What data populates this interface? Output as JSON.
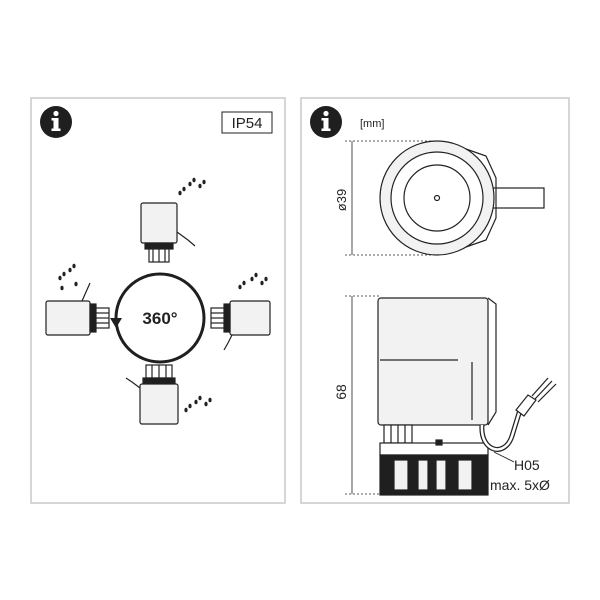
{
  "left_panel": {
    "rating_label": "IP54",
    "rotation_label": "360°",
    "info_icon": "info-icon"
  },
  "right_panel": {
    "unit_label": "[mm]",
    "diameter_label": "ø39",
    "height_label": "68",
    "cable_type_label": "H05",
    "cable_spec_label": "max. 5xØ",
    "info_icon": "info-icon"
  },
  "colors": {
    "frame": "#c8c8c8",
    "line": "#222222",
    "body_fill": "#f2f2f2",
    "dark_fill": "#1f1f1f"
  }
}
